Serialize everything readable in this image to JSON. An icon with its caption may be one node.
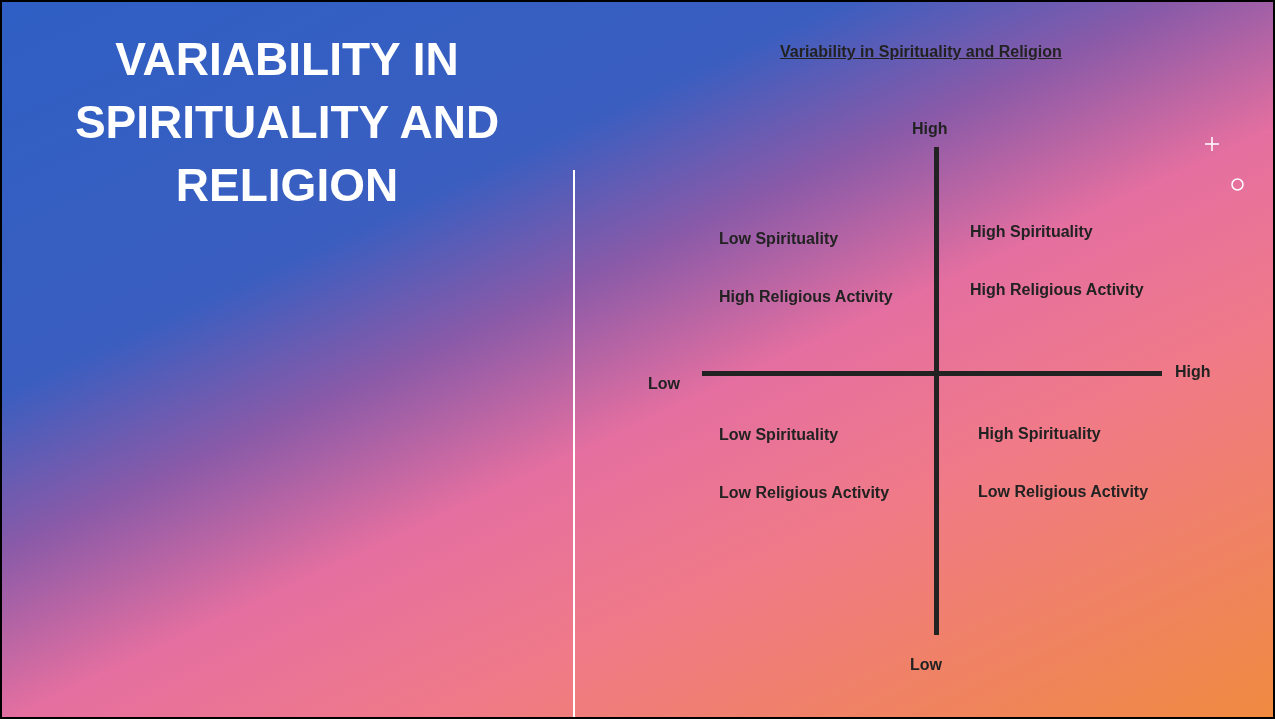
{
  "diagram": {
    "title": "VARIABILITY IN SPIRITUALITY AND RELIGION",
    "labels": [
      "Variability in Spirituality and Religion",
      "High",
      "Low Spirituality",
      "High Spirituality",
      "High Religious Activity",
      "High Religious Activity",
      "Low",
      "High",
      "Low Spirituality",
      "High Spirituality",
      "Low Religious Activity",
      "Low Religious Activity",
      "Low"
    ]
  }
}
